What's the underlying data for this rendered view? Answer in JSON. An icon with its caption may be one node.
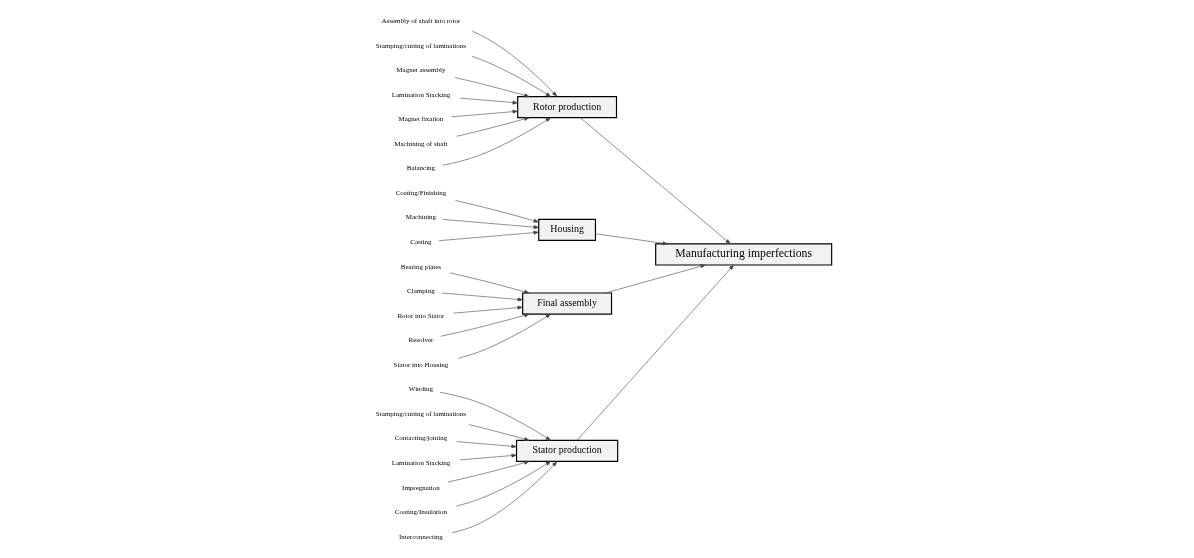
{
  "diagram": {
    "nodes": [
      {
        "text": [
          "Stator production"
        ]
      },
      {
        "text": [
          "Rotor production"
        ]
      },
      {
        "text": [
          "Winding"
        ]
      },
      {
        "text": [
          "Stamping/cutting of laminations"
        ]
      },
      {
        "text": [
          "Contacting/joining"
        ]
      },
      {
        "text": [
          "Lamination Stacking"
        ]
      },
      {
        "text": [
          "Impregnation"
        ]
      },
      {
        "text": [
          "Coating/Insulation"
        ]
      },
      {
        "text": [
          "Interconnecting"
        ]
      },
      {
        "text": [
          "Assembly of shaft into rotor"
        ]
      },
      {
        "text": [
          "Stamping/cutting of laminations"
        ]
      },
      {
        "text": [
          "Magnet assembly"
        ]
      },
      {
        "text": [
          "Lamination Stacking"
        ]
      },
      {
        "text": [
          "Magnet fixation"
        ]
      },
      {
        "text": [
          "Machining of shaft"
        ]
      },
      {
        "text": [
          "Balancing"
        ]
      },
      {
        "text": [
          "Manufacturing imperfections"
        ]
      },
      {
        "text": [
          "Coating/Finishing"
        ]
      },
      {
        "text": [
          "Machining"
        ]
      },
      {
        "text": [
          "Casting"
        ]
      },
      {
        "text": [
          "Bearing plates"
        ]
      },
      {
        "text": [
          "Clamping"
        ]
      },
      {
        "text": [
          "Rotor into Stator"
        ]
      },
      {
        "text": [
          "Resolver"
        ]
      },
      {
        "text": [
          "Stator into Housing"
        ]
      },
      {
        "text": [
          "Housing"
        ]
      },
      {
        "text": [
          "Final assembly"
        ]
      }
    ],
    "edges": [
      {
        "from": 2,
        "to": 0,
        "arrow": "to"
      },
      {
        "from": 3,
        "to": 0,
        "arrow": "to"
      },
      {
        "from": 4,
        "to": 0,
        "arrow": "to"
      },
      {
        "from": 5,
        "to": 0,
        "arrow": "to"
      },
      {
        "from": 6,
        "to": 0,
        "arrow": "to"
      },
      {
        "from": 7,
        "to": 0,
        "arrow": "to"
      },
      {
        "from": 8,
        "to": 0,
        "arrow": "to"
      },
      {
        "from": 9,
        "to": 1,
        "arrow": "to"
      },
      {
        "from": 10,
        "to": 1,
        "arrow": "to"
      },
      {
        "from": 11,
        "to": 1,
        "arrow": "to"
      },
      {
        "from": 12,
        "to": 1,
        "arrow": "to"
      },
      {
        "from": 13,
        "to": 1,
        "arrow": "to"
      },
      {
        "from": 14,
        "to": 1,
        "arrow": "to"
      },
      {
        "from": 15,
        "to": 1,
        "arrow": "to"
      },
      {
        "from": 17,
        "to": 25,
        "arrow": "to"
      },
      {
        "from": 18,
        "to": 25,
        "arrow": "to"
      },
      {
        "from": 19,
        "to": 25,
        "arrow": "to"
      },
      {
        "from": 20,
        "to": 26,
        "arrow": "to"
      },
      {
        "from": 21,
        "to": 26,
        "arrow": "to"
      },
      {
        "from": 22,
        "to": 26,
        "arrow": "to"
      },
      {
        "from": 23,
        "to": 26,
        "arrow": "to"
      },
      {
        "from": 24,
        "to": 26,
        "arrow": "to"
      },
      {
        "from": 0,
        "to": 16,
        "arrow": "to"
      },
      {
        "from": 1,
        "to": 16,
        "arrow": "to"
      },
      {
        "from": 25,
        "to": 16,
        "arrow": "to"
      },
      {
        "from": 26,
        "to": 16,
        "arrow": "to"
      }
    ]
  }
}
